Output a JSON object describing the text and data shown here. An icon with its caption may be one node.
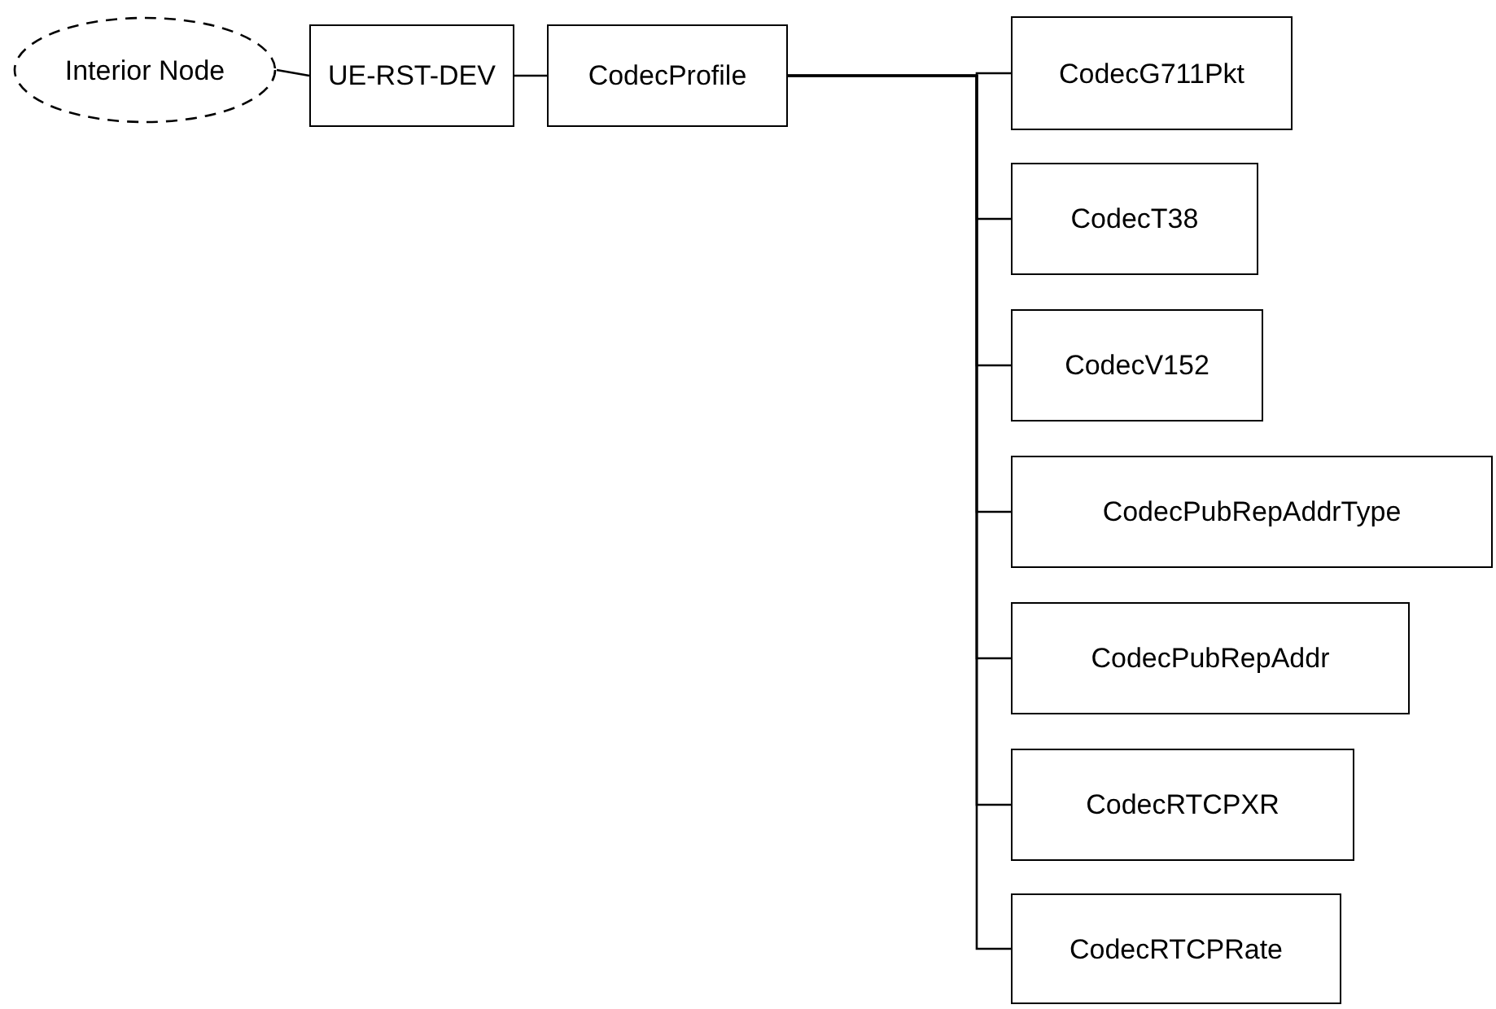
{
  "diagram": {
    "nodes": [
      {
        "text": [
          "Interior Node"
        ]
      },
      {
        "text": [
          "UE-RST-DEV"
        ]
      },
      {
        "text": [
          "CodecProfile"
        ]
      },
      {
        "text": [
          "CodecG711Pkt"
        ]
      },
      {
        "text": [
          "CodecT38"
        ]
      },
      {
        "text": [
          "CodecV152"
        ]
      },
      {
        "text": [
          "CodecPubRepAddrType"
        ]
      },
      {
        "text": [
          "CodecPubRepAddr"
        ]
      },
      {
        "text": [
          "CodecRTCPXR"
        ]
      },
      {
        "text": [
          "CodecRTCPRate"
        ]
      }
    ],
    "edges": [
      {
        "from": 0,
        "to": 1,
        "arrow": "none"
      },
      {
        "from": 1,
        "to": 2,
        "arrow": "none"
      },
      {
        "from": 2,
        "to": 3,
        "arrow": "none"
      },
      {
        "from": 2,
        "to": 4,
        "arrow": "none"
      },
      {
        "from": 2,
        "to": 5,
        "arrow": "none"
      },
      {
        "from": 2,
        "to": 6,
        "arrow": "none"
      },
      {
        "from": 2,
        "to": 7,
        "arrow": "none"
      },
      {
        "from": 2,
        "to": 8,
        "arrow": "none"
      },
      {
        "from": 2,
        "to": 9,
        "arrow": "none"
      }
    ]
  }
}
